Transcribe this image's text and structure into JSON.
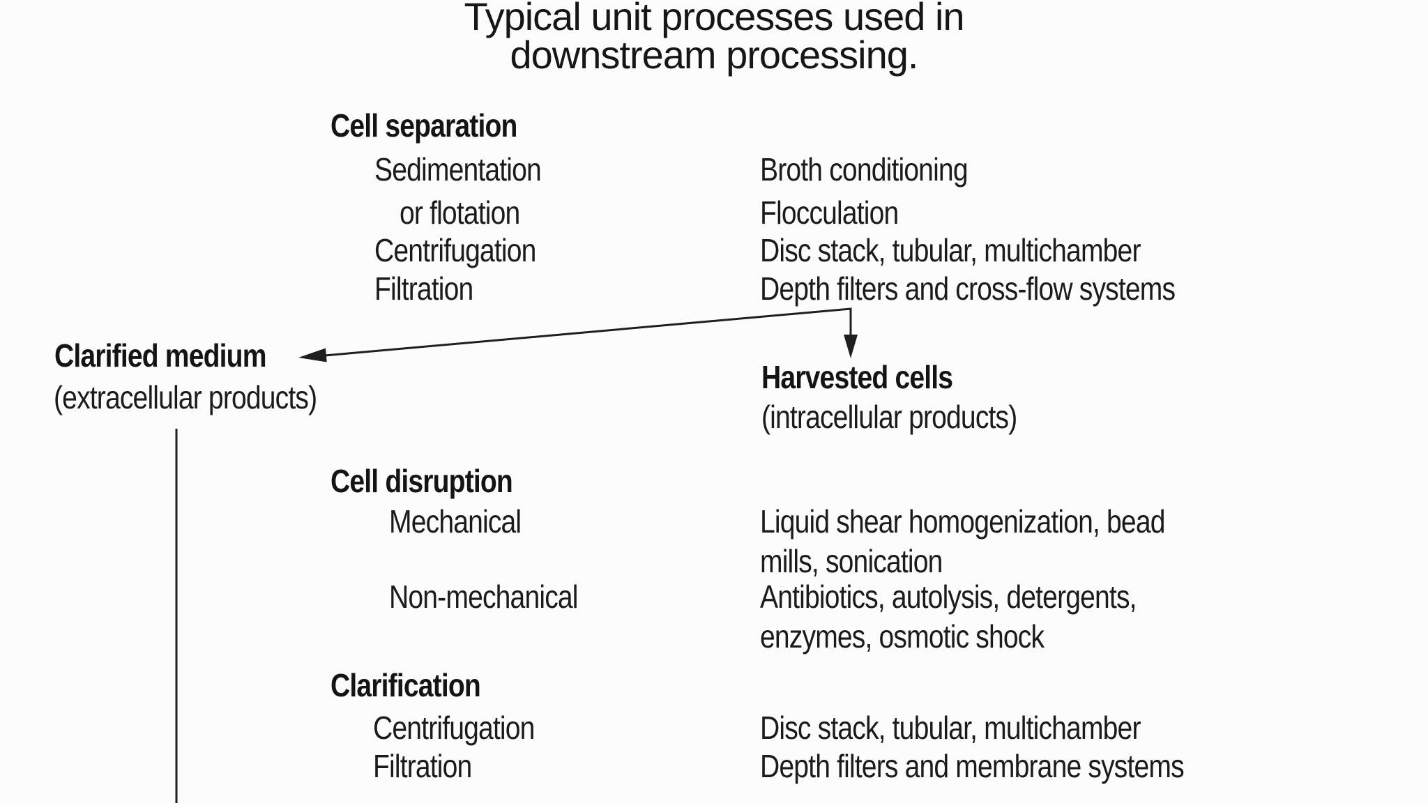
{
  "title": {
    "line1": "Typical unit processes used in",
    "line2": "downstream processing."
  },
  "colors": {
    "background": "#fcfcfc",
    "text": "#1b1b1b",
    "line": "#1f1f1f"
  },
  "sections": {
    "cell_separation": {
      "heading": "Cell separation",
      "rows": [
        {
          "method": "Sedimentation",
          "detail": "Broth conditioning"
        },
        {
          "method": "or flotation",
          "detail": "Flocculation"
        },
        {
          "method": "Centrifugation",
          "detail": "Disc stack, tubular, multichamber"
        },
        {
          "method": "Filtration",
          "detail": "Depth filters and cross-flow systems"
        }
      ]
    },
    "cell_disruption": {
      "heading": "Cell disruption",
      "rows": [
        {
          "method": "Mechanical",
          "detail_line1": "Liquid shear homogenization, bead",
          "detail_line2": "mills, sonication"
        },
        {
          "method": "Non-mechanical",
          "detail_line1": "Antibiotics, autolysis, detergents,",
          "detail_line2": "enzymes, osmotic shock"
        }
      ]
    },
    "clarification": {
      "heading": "Clarification",
      "rows": [
        {
          "method": "Centrifugation",
          "detail": "Disc stack, tubular, multichamber"
        },
        {
          "method": "Filtration",
          "detail": "Depth filters and membrane systems"
        }
      ]
    }
  },
  "nodes": {
    "clarified_medium": {
      "label": "Clarified medium",
      "sublabel": "(extracellular products)"
    },
    "harvested_cells": {
      "label": "Harvested cells",
      "sublabel": "(intracellular products)"
    }
  }
}
